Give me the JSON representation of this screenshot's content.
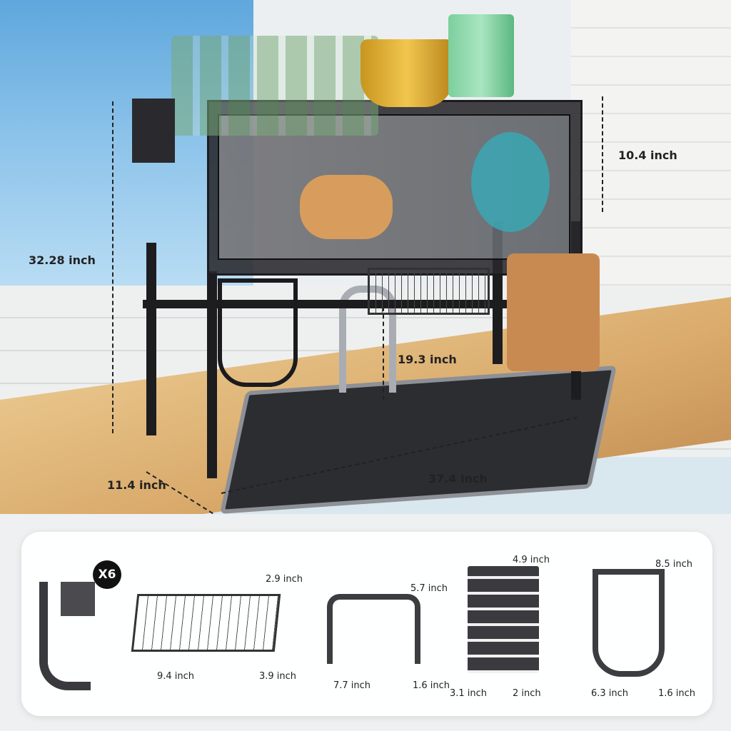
{
  "scene": {
    "subject": "over-the-sink dish drying rack with covered upper shelf",
    "colors": {
      "rack": "#1d1d20",
      "counter": "#d9aa6b",
      "sky": "#8cc3ea",
      "panel": "#ffffff",
      "text": "#222222"
    }
  },
  "main_dimensions": {
    "total_height": "32.28 inch",
    "cabinet_height": "10.4 inch",
    "clearance_height": "19.3 inch",
    "depth": "11.4 inch",
    "width": "37.4 inch"
  },
  "accessories": [
    {
      "name": "hook",
      "quantity_badge": "X6"
    },
    {
      "name": "wire-basket",
      "height": "2.9 inch",
      "length": "9.4 inch",
      "depth": "3.9 inch"
    },
    {
      "name": "towel-hanger",
      "height": "5.7 inch",
      "length": "7.7 inch",
      "depth": "1.6 inch"
    },
    {
      "name": "utensil-holder",
      "height": "4.9 inch",
      "length": "3.1 inch",
      "depth": "2 inch"
    },
    {
      "name": "knife-holder",
      "height": "8.5 inch",
      "length": "6.3 inch",
      "depth": "1.6 inch"
    }
  ]
}
